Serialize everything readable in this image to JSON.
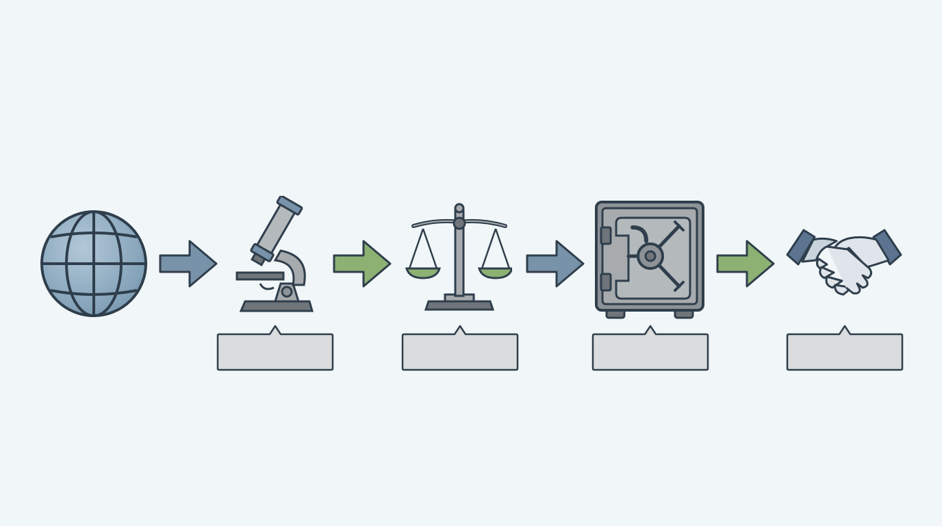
{
  "diagram": {
    "type": "process-flow",
    "colors": {
      "background": "#f1f6f8",
      "outline": "#2f3e4c",
      "blue_fill": "#7892a9",
      "green_fill": "#8db173",
      "gray_fill": "#a7abae",
      "label_box_fill": "#dadcdd"
    },
    "stages": [
      {
        "icon": "globe-icon",
        "label": ""
      },
      {
        "icon": "microscope-icon",
        "label": ""
      },
      {
        "icon": "balance-scale-icon",
        "label": ""
      },
      {
        "icon": "safe-vault-icon",
        "label": ""
      },
      {
        "icon": "handshake-icon",
        "label": ""
      }
    ],
    "connectors": [
      {
        "icon": "arrow-right-icon",
        "color": "blue"
      },
      {
        "icon": "arrow-right-icon",
        "color": "green"
      },
      {
        "icon": "arrow-right-icon",
        "color": "blue"
      },
      {
        "icon": "arrow-right-icon",
        "color": "green"
      }
    ]
  }
}
